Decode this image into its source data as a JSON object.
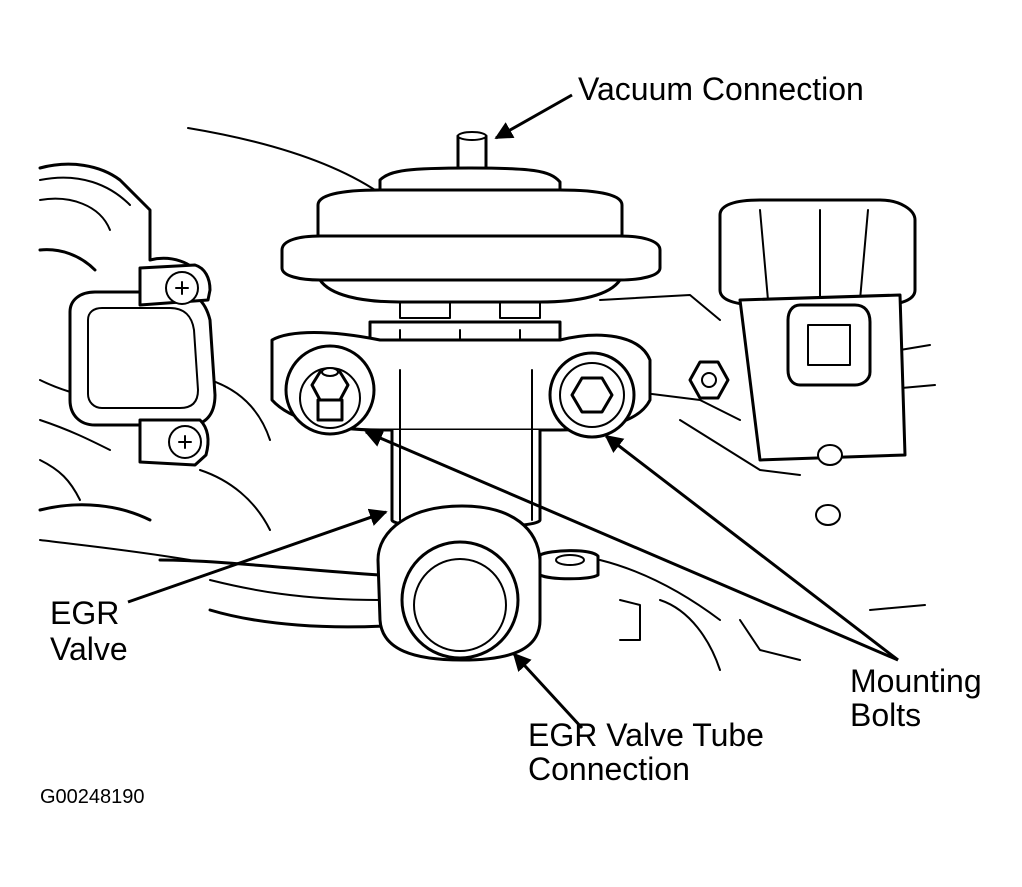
{
  "labels": {
    "vacuum_connection": "Vacuum Connection",
    "egr_valve_line1": "EGR",
    "egr_valve_line2": "Valve",
    "mounting_bolts_line1": "Mounting",
    "mounting_bolts_line2": "Bolts",
    "tube_connection_line1": "EGR Valve Tube",
    "tube_connection_line2": "Connection"
  },
  "figure_code": "G00248190"
}
